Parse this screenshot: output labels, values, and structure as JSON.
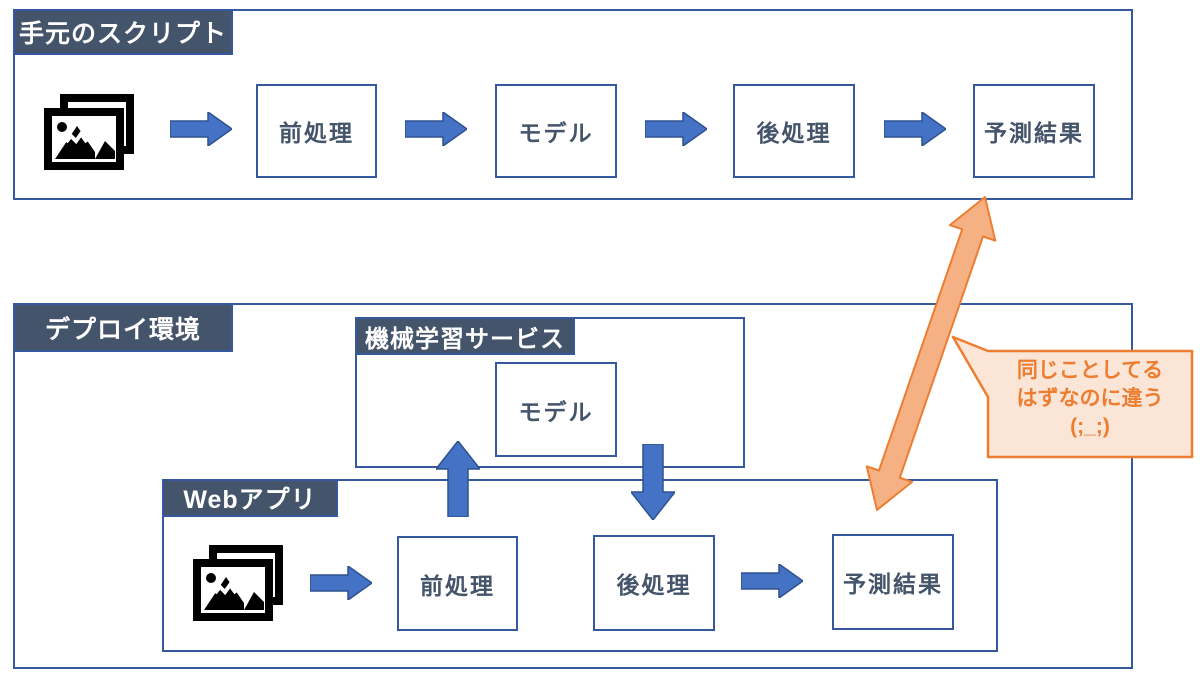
{
  "colors": {
    "tab_bg": "#44546A",
    "box_border": "#35589E",
    "box_text": "#44546A",
    "arrow_fill": "#4472C4",
    "arrow_stroke": "#2F528F",
    "orange_stroke": "#ED7D31",
    "orange_arrow_fill": "#F5B183",
    "callout_bg": "#FBE5D6",
    "icon_color": "#000000",
    "background": "#FFFFFF"
  },
  "icons": {
    "input": "photos-icon",
    "flow": "block-arrow-right-icon",
    "up": "block-arrow-up-icon",
    "down": "block-arrow-down-icon",
    "compare": "double-arrow-icon"
  },
  "local_script": {
    "label": "手元のスクリプト",
    "steps": [
      "前処理",
      "モデル",
      "後処理",
      "予測結果"
    ]
  },
  "deploy_env": {
    "label": "デプロイ環境",
    "ml_service": {
      "label": "機械学習サービス",
      "model": "モデル"
    },
    "web_app": {
      "label": "Webアプリ",
      "steps": [
        "前処理",
        "後処理",
        "予測結果"
      ]
    }
  },
  "callout": {
    "lines": [
      "同じことしてる",
      "はずなのに違う",
      "(;_;)"
    ]
  }
}
